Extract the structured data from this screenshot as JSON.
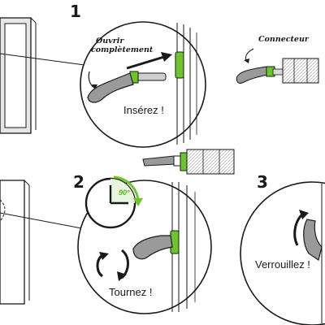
{
  "steps": {
    "one": "1",
    "two": "2",
    "three": "3"
  },
  "step1": {
    "handwritten_line1": "Ouvrir",
    "handwritten_line2": "complètement",
    "action_label": "Insérez !"
  },
  "connector": {
    "label": "Connecteur"
  },
  "step2": {
    "angle_label": "90°",
    "action_label": "Tournez !"
  },
  "step3": {
    "action_label": "Verrouillez !"
  },
  "colors": {
    "accent_green": "#6cc52a",
    "line": "#1a1a1a",
    "handle_grey": "#9a9a9a",
    "frame_grey": "#c8c8c8"
  }
}
